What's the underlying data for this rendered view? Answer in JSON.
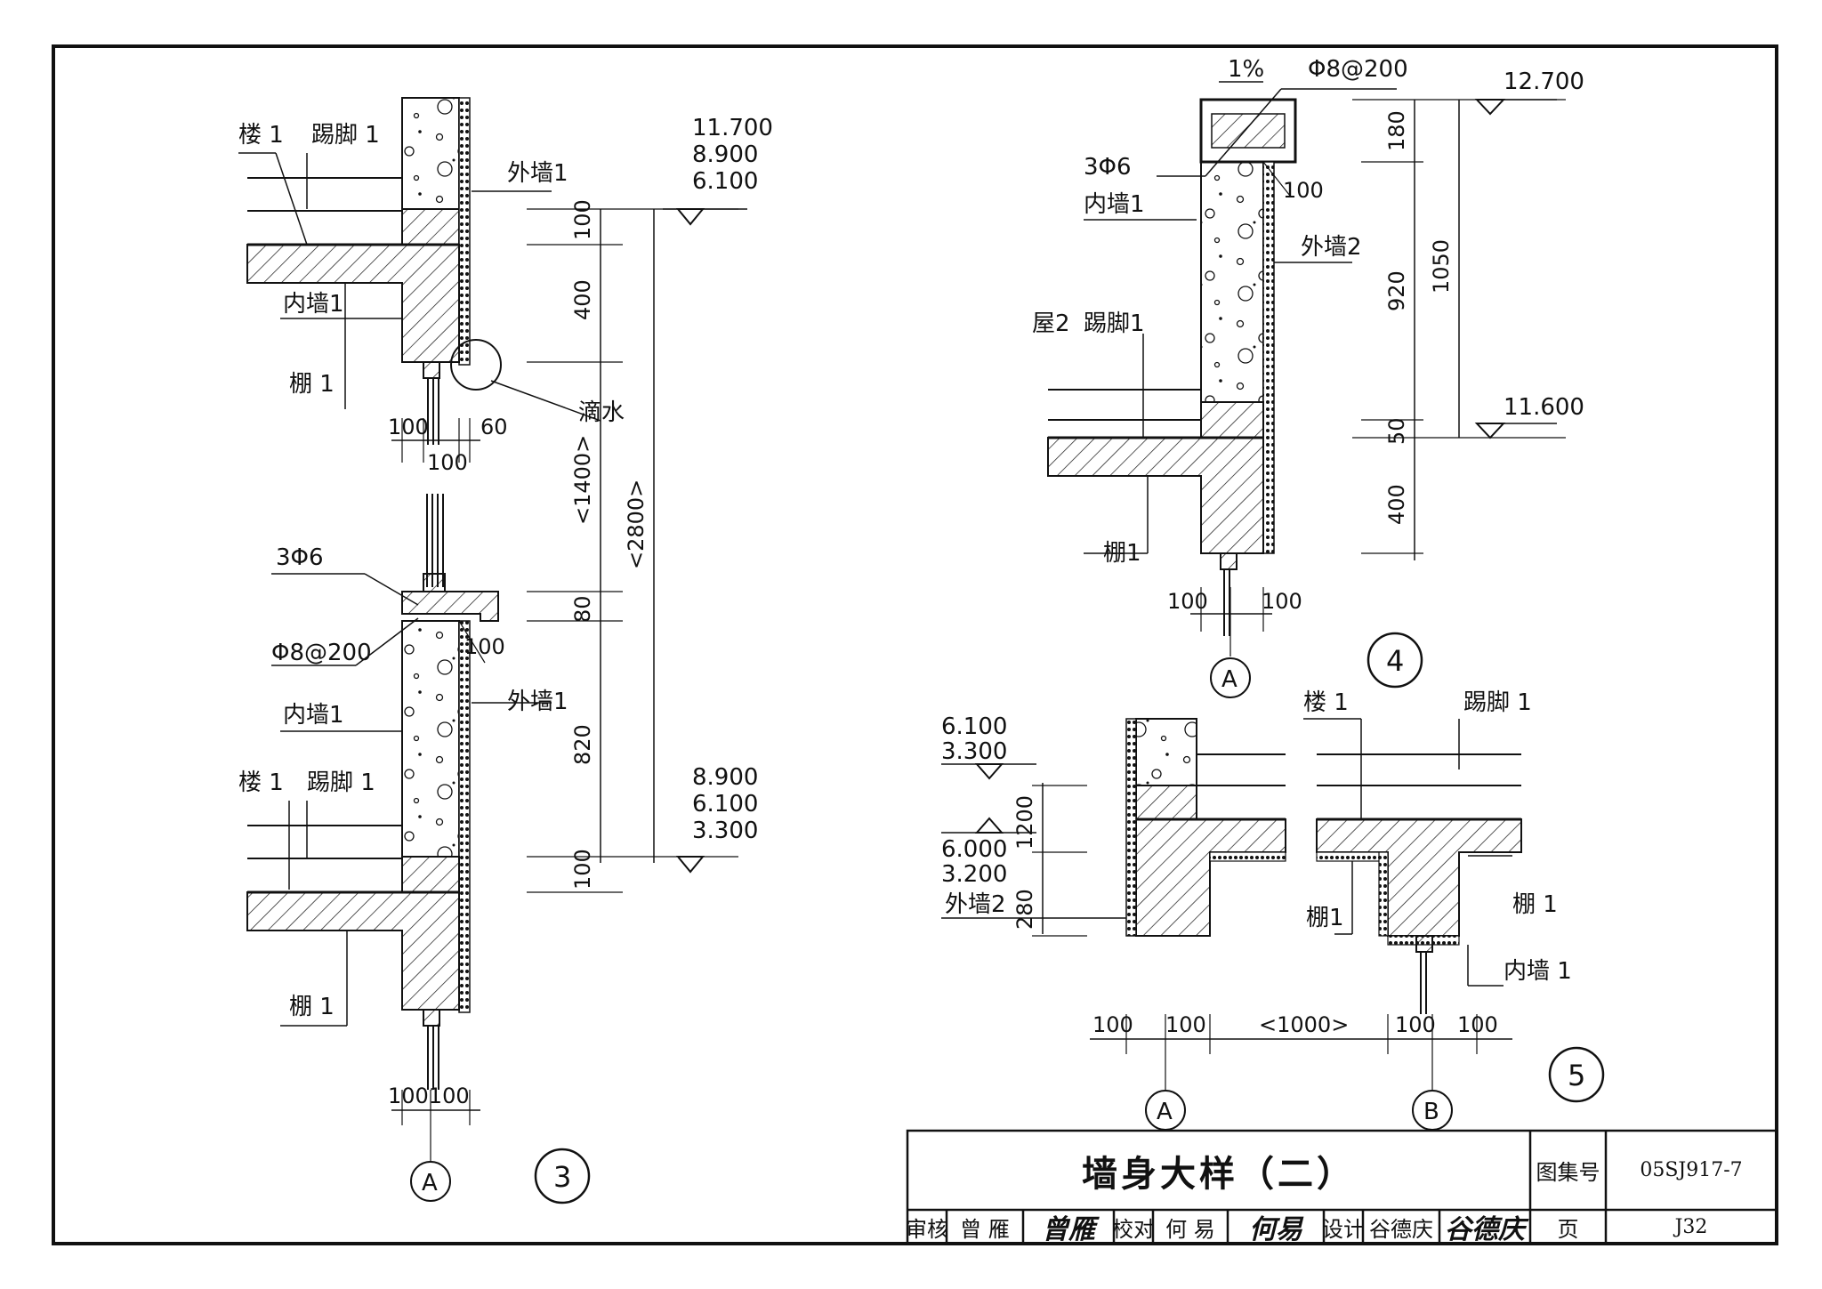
{
  "colors": {
    "ink": "#111111",
    "paper": "#ffffff"
  },
  "detail3": {
    "number": "3",
    "axis": "A",
    "top": {
      "labels": {
        "floor": "楼 1",
        "skirting": "踢脚 1",
        "inner_wall": "内墙1",
        "ceiling": "棚 1",
        "outer_wall": "外墙1",
        "drip": "滴水"
      },
      "elevations": [
        "11.700",
        "8.900",
        "6.100"
      ],
      "dims": {
        "d100a": "100",
        "d400": "400",
        "d100b": "100",
        "d100c": "100",
        "d60": "60"
      }
    },
    "bottom": {
      "labels": {
        "bars": "3Φ6",
        "stirrup": "Φ8@200",
        "inner_wall": "内墙1",
        "floor": "楼 1",
        "skirting": "踢脚 1",
        "outer_wall": "外墙1",
        "ceiling": "棚 1"
      },
      "elevations": [
        "8.900",
        "6.100",
        "3.300"
      ],
      "dims": {
        "d80": "80",
        "d100": "100",
        "d820": "820",
        "d100b": "100",
        "d100100": "100100"
      }
    },
    "vertical_dims": {
      "d1400": "<1400>",
      "d2800": "<2800>"
    }
  },
  "detail4": {
    "number": "4",
    "axis": "A",
    "labels": {
      "slope": "1%",
      "stirrup": "Φ8@200",
      "bars": "3Φ6",
      "inner_wall": "内墙1",
      "outer_wall": "外墙2",
      "roof": "屋2",
      "skirting": "踢脚1",
      "ceiling": "棚1"
    },
    "elevations": {
      "top": "12.700",
      "mid": "11.600"
    },
    "dims": {
      "d100": "100",
      "d180": "180",
      "d920": "920",
      "d1050": "1050",
      "d50": "50",
      "d400": "400",
      "d100l": "100",
      "d100r": "100"
    }
  },
  "detail5": {
    "number": "5",
    "axis_left": "A",
    "axis_right": "B",
    "labels": {
      "floor": "楼 1",
      "skirting": "踢脚 1",
      "outer_wall": "外墙2",
      "ceiling_l": "棚1",
      "ceiling_r": "棚 1",
      "inner_wall": "内墙 1"
    },
    "elevations": {
      "upper": [
        "6.100",
        "3.300"
      ],
      "lower": [
        "6.000",
        "3.200"
      ]
    },
    "dims": {
      "d1200": "1200",
      "d280": "280",
      "d100a": "100",
      "d100b": "100",
      "d1000": "<1000>",
      "d100c": "100",
      "d100d": "100"
    }
  },
  "title_block": {
    "title": "墙身大样（二）",
    "atlas_label": "图集号",
    "atlas_no": "05SJ917-7",
    "page_label": "页",
    "page_no": "J32",
    "review_label": "审核",
    "reviewer": "曾 雁",
    "reviewer_sign": "曾雁",
    "check_label": "校对",
    "checker": "何 易",
    "checker_sign": "何易",
    "design_label": "设计",
    "designer": "谷德庆",
    "designer_sign": "谷德庆"
  }
}
